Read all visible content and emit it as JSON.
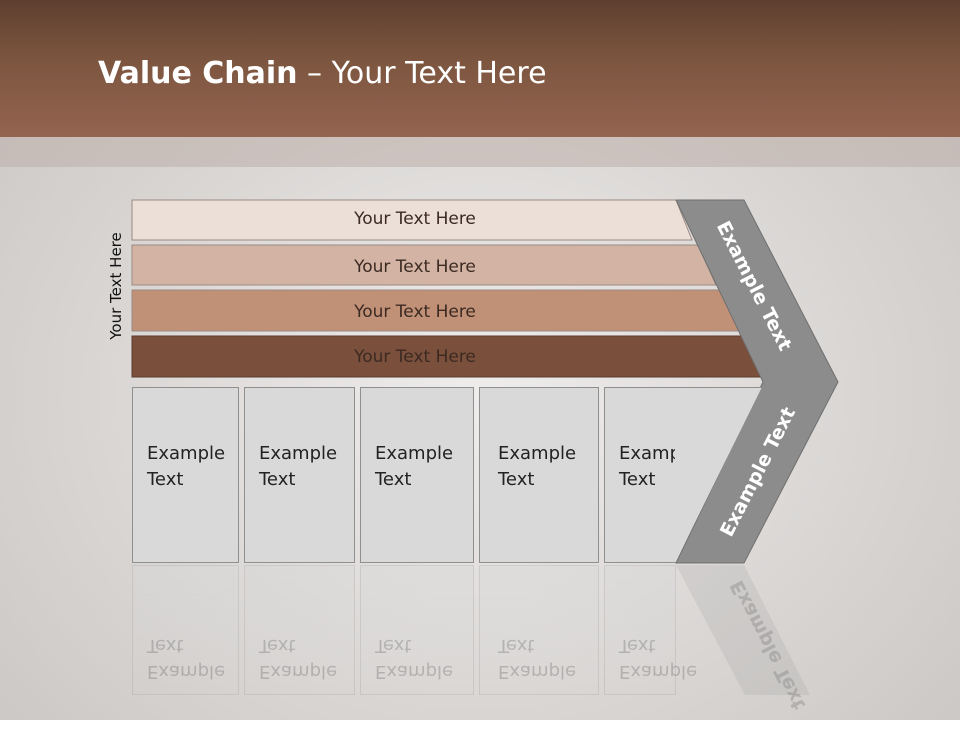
{
  "slide": {
    "title_bold": "Value Chain",
    "title_rest": " – Your Text Here"
  },
  "side_label": "Your Text Here",
  "bars": [
    {
      "label": "Your Text Here",
      "color": "#ecdfd8"
    },
    {
      "label": "Your Text Here",
      "color": "#d3b4a4"
    },
    {
      "label": "Your Text Here",
      "color": "#c09077"
    },
    {
      "label": "Your Text Here",
      "color": "#7a4f3b"
    }
  ],
  "boxes": [
    {
      "line1": "Example",
      "line2": "Text"
    },
    {
      "line1": "Example",
      "line2": "Text"
    },
    {
      "line1": "Example",
      "line2": "Text"
    },
    {
      "line1": "Example",
      "line2": "Text"
    },
    {
      "line1": "Example",
      "line2": "Text"
    }
  ],
  "chevron": {
    "upper_label": "Example Text",
    "lower_label": "Example Text",
    "color": "#8c8c8c"
  },
  "colors": {
    "header": "#7d5640",
    "background": "#dedbd9"
  }
}
